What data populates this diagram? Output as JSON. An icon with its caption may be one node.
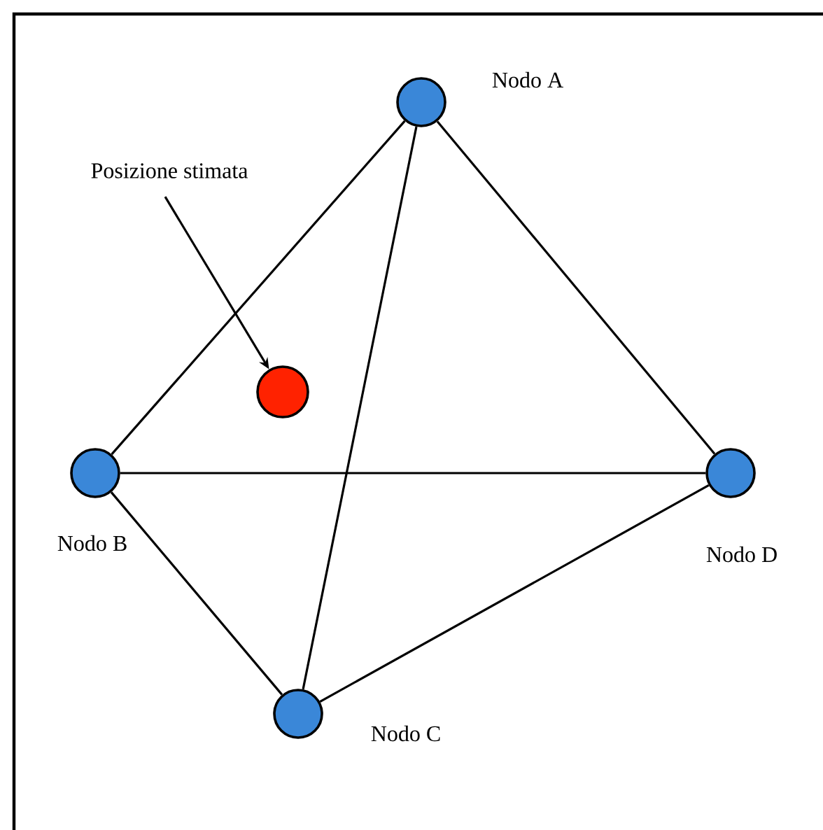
{
  "diagram": {
    "nodes": [
      {
        "text": [
          "Posizione stimata"
        ]
      },
      {
        "text": [],
        "shape": "circle",
        "beside": [
          "Nodo A"
        ]
      },
      {
        "text": [],
        "shape": "circle",
        "beside": [
          "Nodo B"
        ]
      },
      {
        "text": [],
        "shape": "circle",
        "beside": [
          "Nodo C"
        ]
      },
      {
        "text": [],
        "shape": "circle",
        "beside": [
          "Nodo D"
        ]
      },
      {
        "text": [],
        "shape": "circle"
      }
    ],
    "edges": [
      {
        "from": 1,
        "to": 2,
        "arrow": "none"
      },
      {
        "from": 1,
        "to": 3,
        "arrow": "none"
      },
      {
        "from": 1,
        "to": 4,
        "arrow": "none"
      },
      {
        "from": 2,
        "to": 4,
        "arrow": "none"
      },
      {
        "from": 2,
        "to": 3,
        "arrow": "none"
      },
      {
        "from": 3,
        "to": 4,
        "arrow": "none"
      },
      {
        "from": 0,
        "to": 5,
        "arrow": "to"
      }
    ]
  }
}
